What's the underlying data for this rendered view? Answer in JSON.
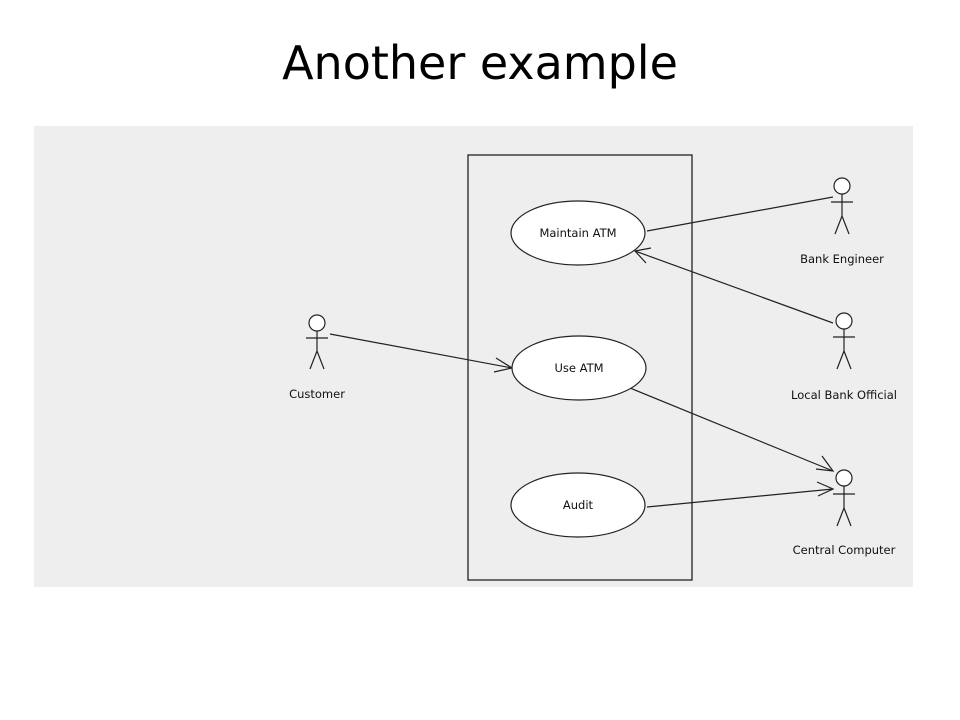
{
  "slide": {
    "title": "Another example"
  },
  "diagram": {
    "type": "uml-use-case",
    "background_color": "#eeeeee",
    "use_cases": [
      {
        "id": "maintain",
        "label": "Maintain ATM"
      },
      {
        "id": "use",
        "label": "Use ATM"
      },
      {
        "id": "audit",
        "label": "Audit"
      }
    ],
    "actors": [
      {
        "id": "customer",
        "label": "Customer"
      },
      {
        "id": "engineer",
        "label": "Bank Engineer"
      },
      {
        "id": "official",
        "label": "Local Bank Official"
      },
      {
        "id": "computer",
        "label": "Central Computer"
      }
    ],
    "associations": [
      {
        "from": "customer",
        "to": "use",
        "arrow_at": "use"
      },
      {
        "from": "maintain",
        "to": "engineer",
        "arrow_at": ""
      },
      {
        "from": "official",
        "to": "maintain",
        "arrow_at": "maintain"
      },
      {
        "from": "use",
        "to": "computer",
        "arrow_at": "computer"
      },
      {
        "from": "audit",
        "to": "computer",
        "arrow_at": "computer"
      }
    ]
  }
}
